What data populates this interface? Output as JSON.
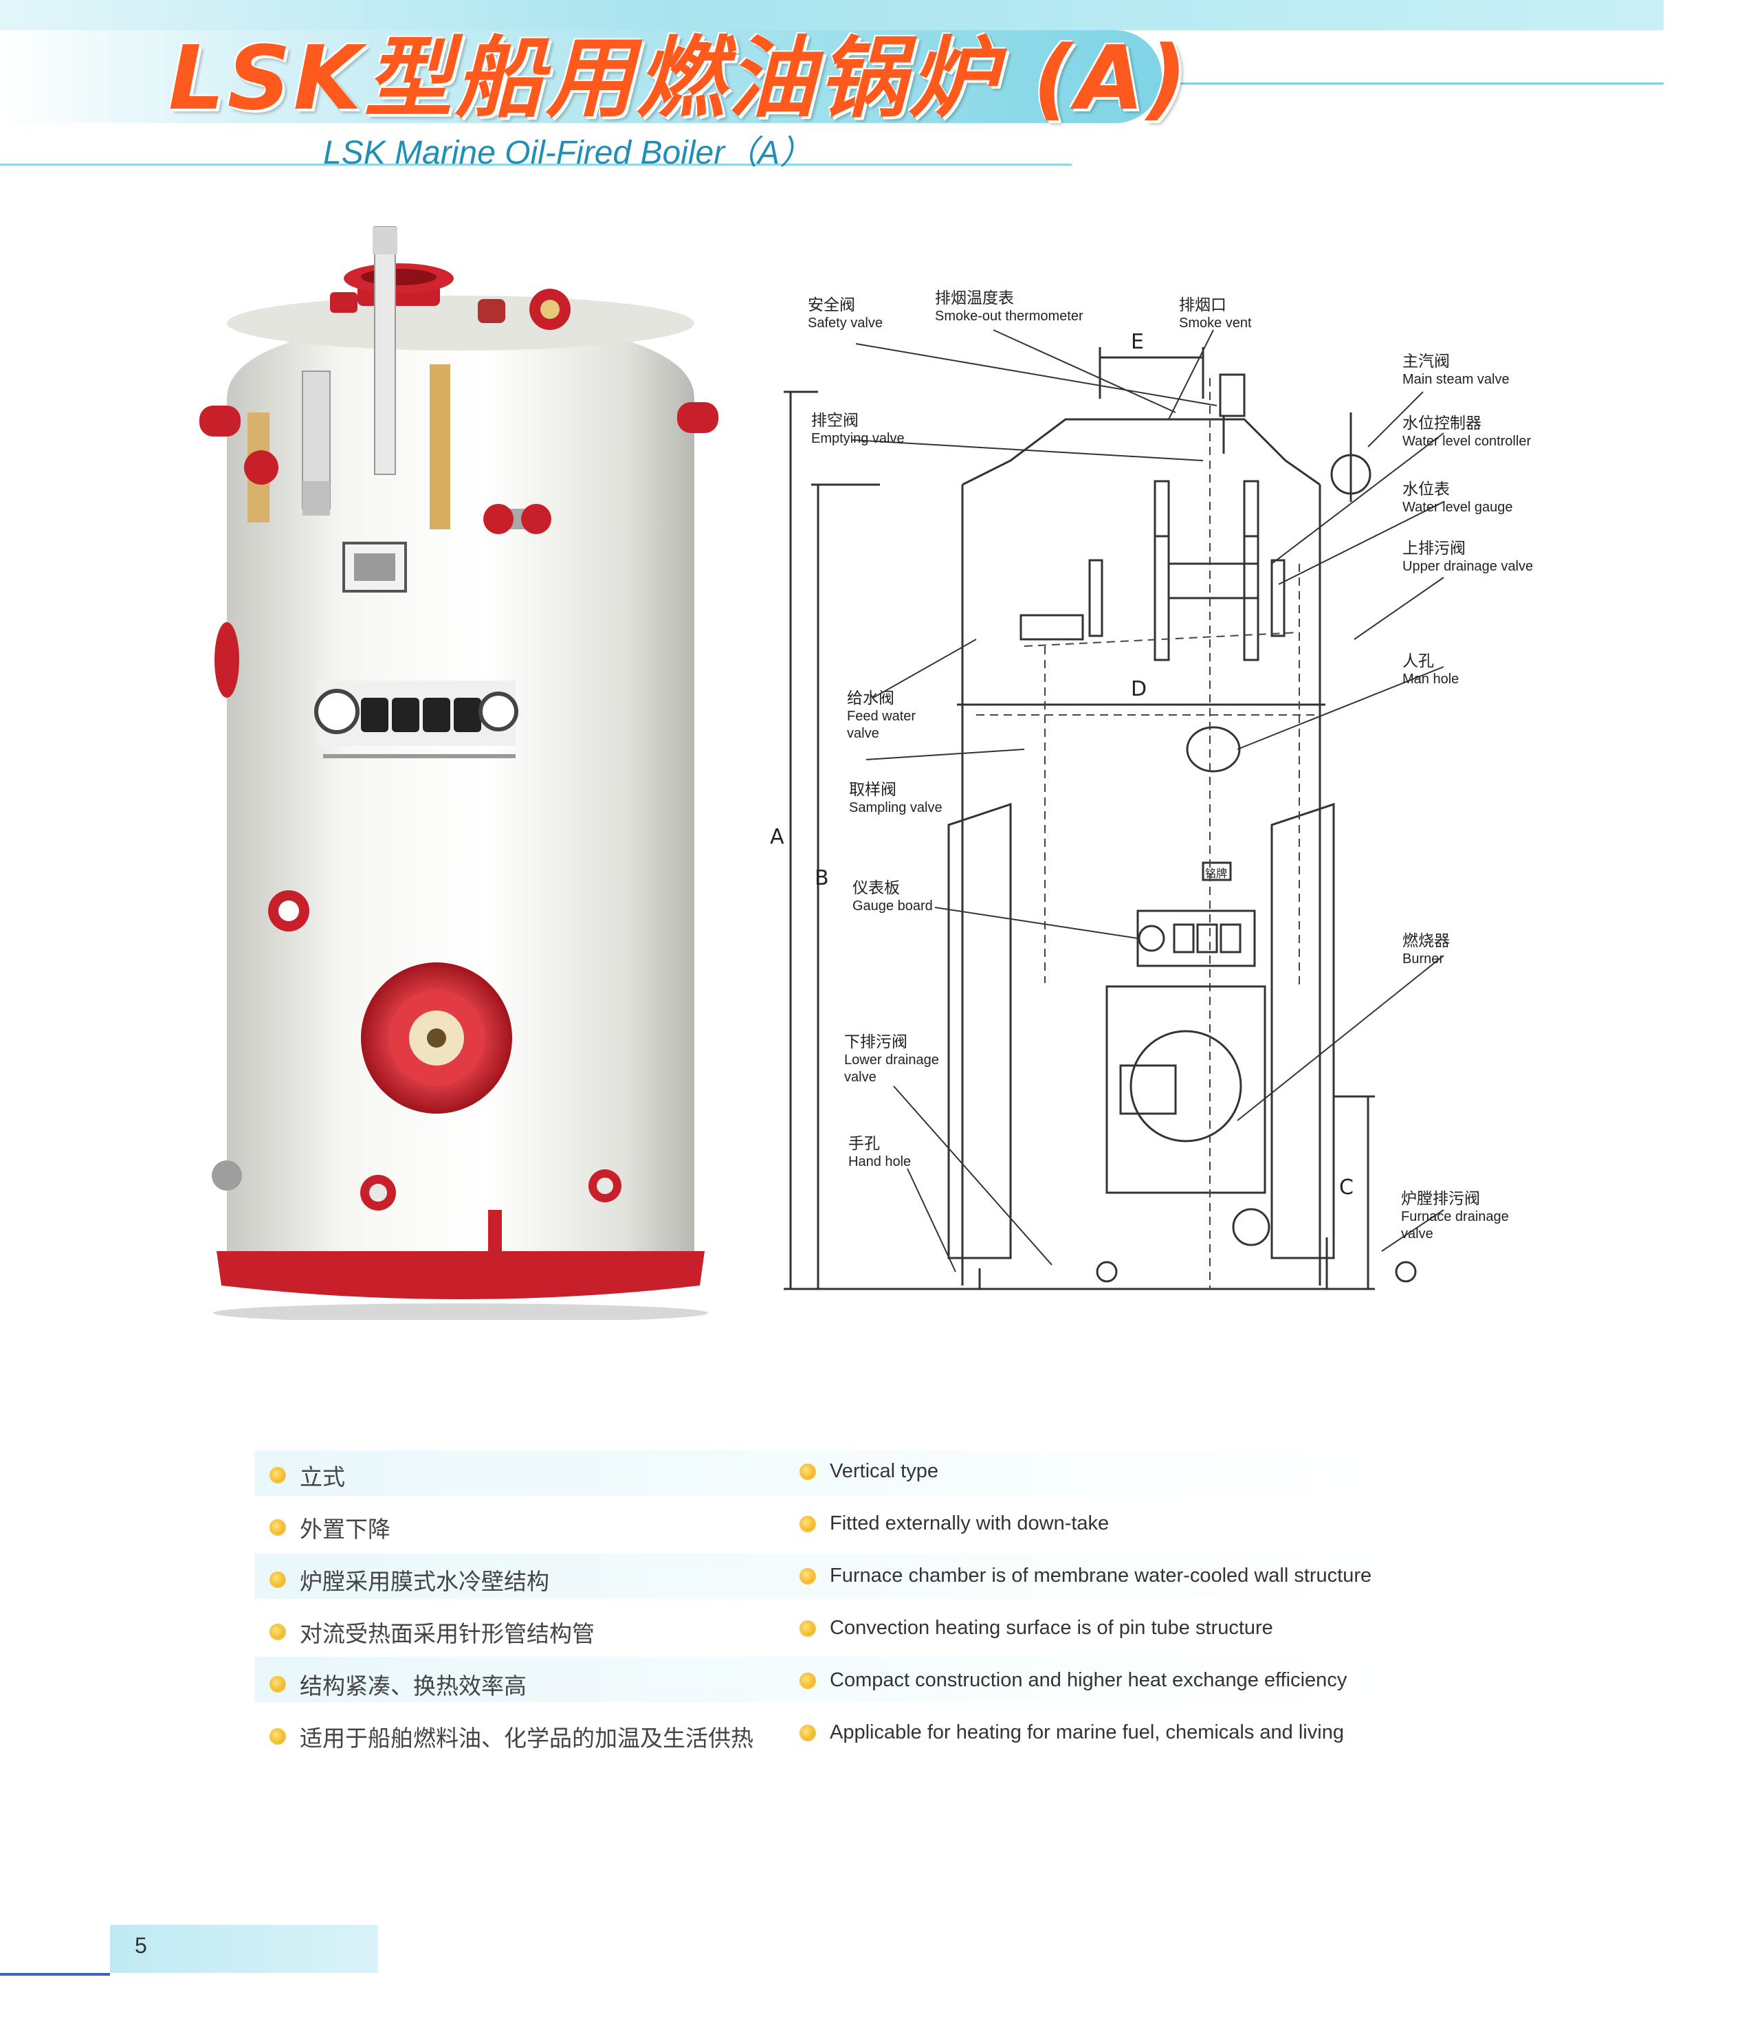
{
  "header": {
    "title_zh": "LSK型船用燃油锅炉 (A)",
    "title_en": "LSK Marine Oil-Fired Boiler（A）"
  },
  "diagram": {
    "labels": [
      {
        "zh": "安全阀",
        "en": "Safety valve"
      },
      {
        "zh": "排烟温度表",
        "en": "Smoke-out thermometer"
      },
      {
        "zh": "排烟口",
        "en": "Smoke vent"
      },
      {
        "zh": "主汽阀",
        "en": "Main steam valve"
      },
      {
        "zh": "排空阀",
        "en": "Emptying valve"
      },
      {
        "zh": "水位控制器",
        "en": "Water level controller"
      },
      {
        "zh": "水位表",
        "en": "Water level gauge"
      },
      {
        "zh": "上排污阀",
        "en": "Upper drainage valve"
      },
      {
        "zh": "人孔",
        "en": "Man hole"
      },
      {
        "zh": "给水阀",
        "en": "Feed water",
        "en2": "valve"
      },
      {
        "zh": "取样阀",
        "en": "Sampling valve"
      },
      {
        "zh": "仪表板",
        "en": "Gauge board"
      },
      {
        "zh": "燃烧器",
        "en": "Burner"
      },
      {
        "zh": "下排污阀",
        "en": "Lower drainage",
        "en2": "valve"
      },
      {
        "zh": "手孔",
        "en": "Hand hole"
      },
      {
        "zh": "炉膛排污阀",
        "en": "Furnace drainage",
        "en2": "valve"
      }
    ],
    "dimensions": {
      "a": "A",
      "b": "B",
      "c": "C",
      "d": "D",
      "e": "E"
    },
    "nameplate": "铭牌"
  },
  "features": {
    "zh": [
      "立式",
      "外置下降",
      "炉膛采用膜式水冷壁结构",
      "对流受热面采用针形管结构管",
      "结构紧凑、换热效率高",
      "适用于船舶燃料油、化学品的加温及生活供热"
    ],
    "en": [
      "Vertical type",
      "Fitted externally with down-take",
      "Furnace chamber is of membrane water-cooled wall structure",
      "Convection heating surface is of  pin tube structure",
      "Compact construction and higher heat exchange efficiency",
      "Applicable for heating for marine fuel,  chemicals and living"
    ]
  },
  "footer": {
    "page_number": "5"
  },
  "colors": {
    "accent_cyan": "#7fd4e6",
    "title_orange": "#ff5a1e",
    "boiler_red": "#c8202a",
    "bullet_gold": "#f2b01a"
  }
}
